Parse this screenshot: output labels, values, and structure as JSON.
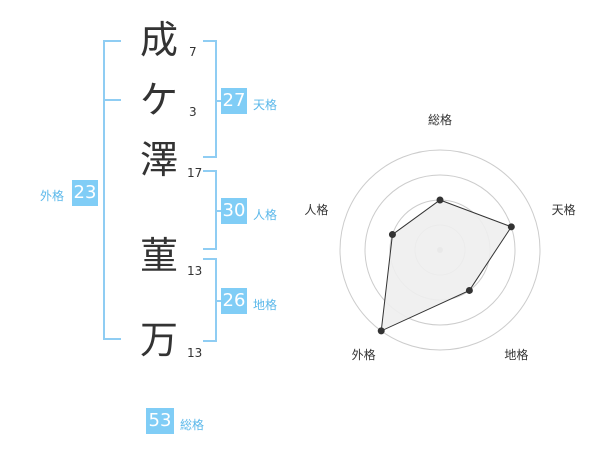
{
  "name": {
    "characters": [
      {
        "char": "成",
        "strokes": "7"
      },
      {
        "char": "ケ",
        "strokes": "3"
      },
      {
        "char": "澤",
        "strokes": "17"
      },
      {
        "char": "菫",
        "strokes": "13"
      },
      {
        "char": "万",
        "strokes": "13"
      }
    ]
  },
  "fortune": {
    "tenkaku": {
      "value": "27",
      "label": "天格"
    },
    "jinkaku": {
      "value": "30",
      "label": "人格"
    },
    "chikaku": {
      "value": "26",
      "label": "地格"
    },
    "gaikaku": {
      "value": "23",
      "label": "外格"
    },
    "soukaku": {
      "value": "53",
      "label": "総格"
    }
  },
  "radar": {
    "axes": [
      "総格",
      "天格",
      "地格",
      "外格",
      "人格"
    ],
    "rings": 4,
    "values": [
      2,
      3,
      2,
      4,
      2
    ],
    "max": 4,
    "colors": {
      "fill": "#eeeeee",
      "line": "#333333",
      "grid": "#cccccc",
      "center": "#bbbbbb"
    }
  }
}
